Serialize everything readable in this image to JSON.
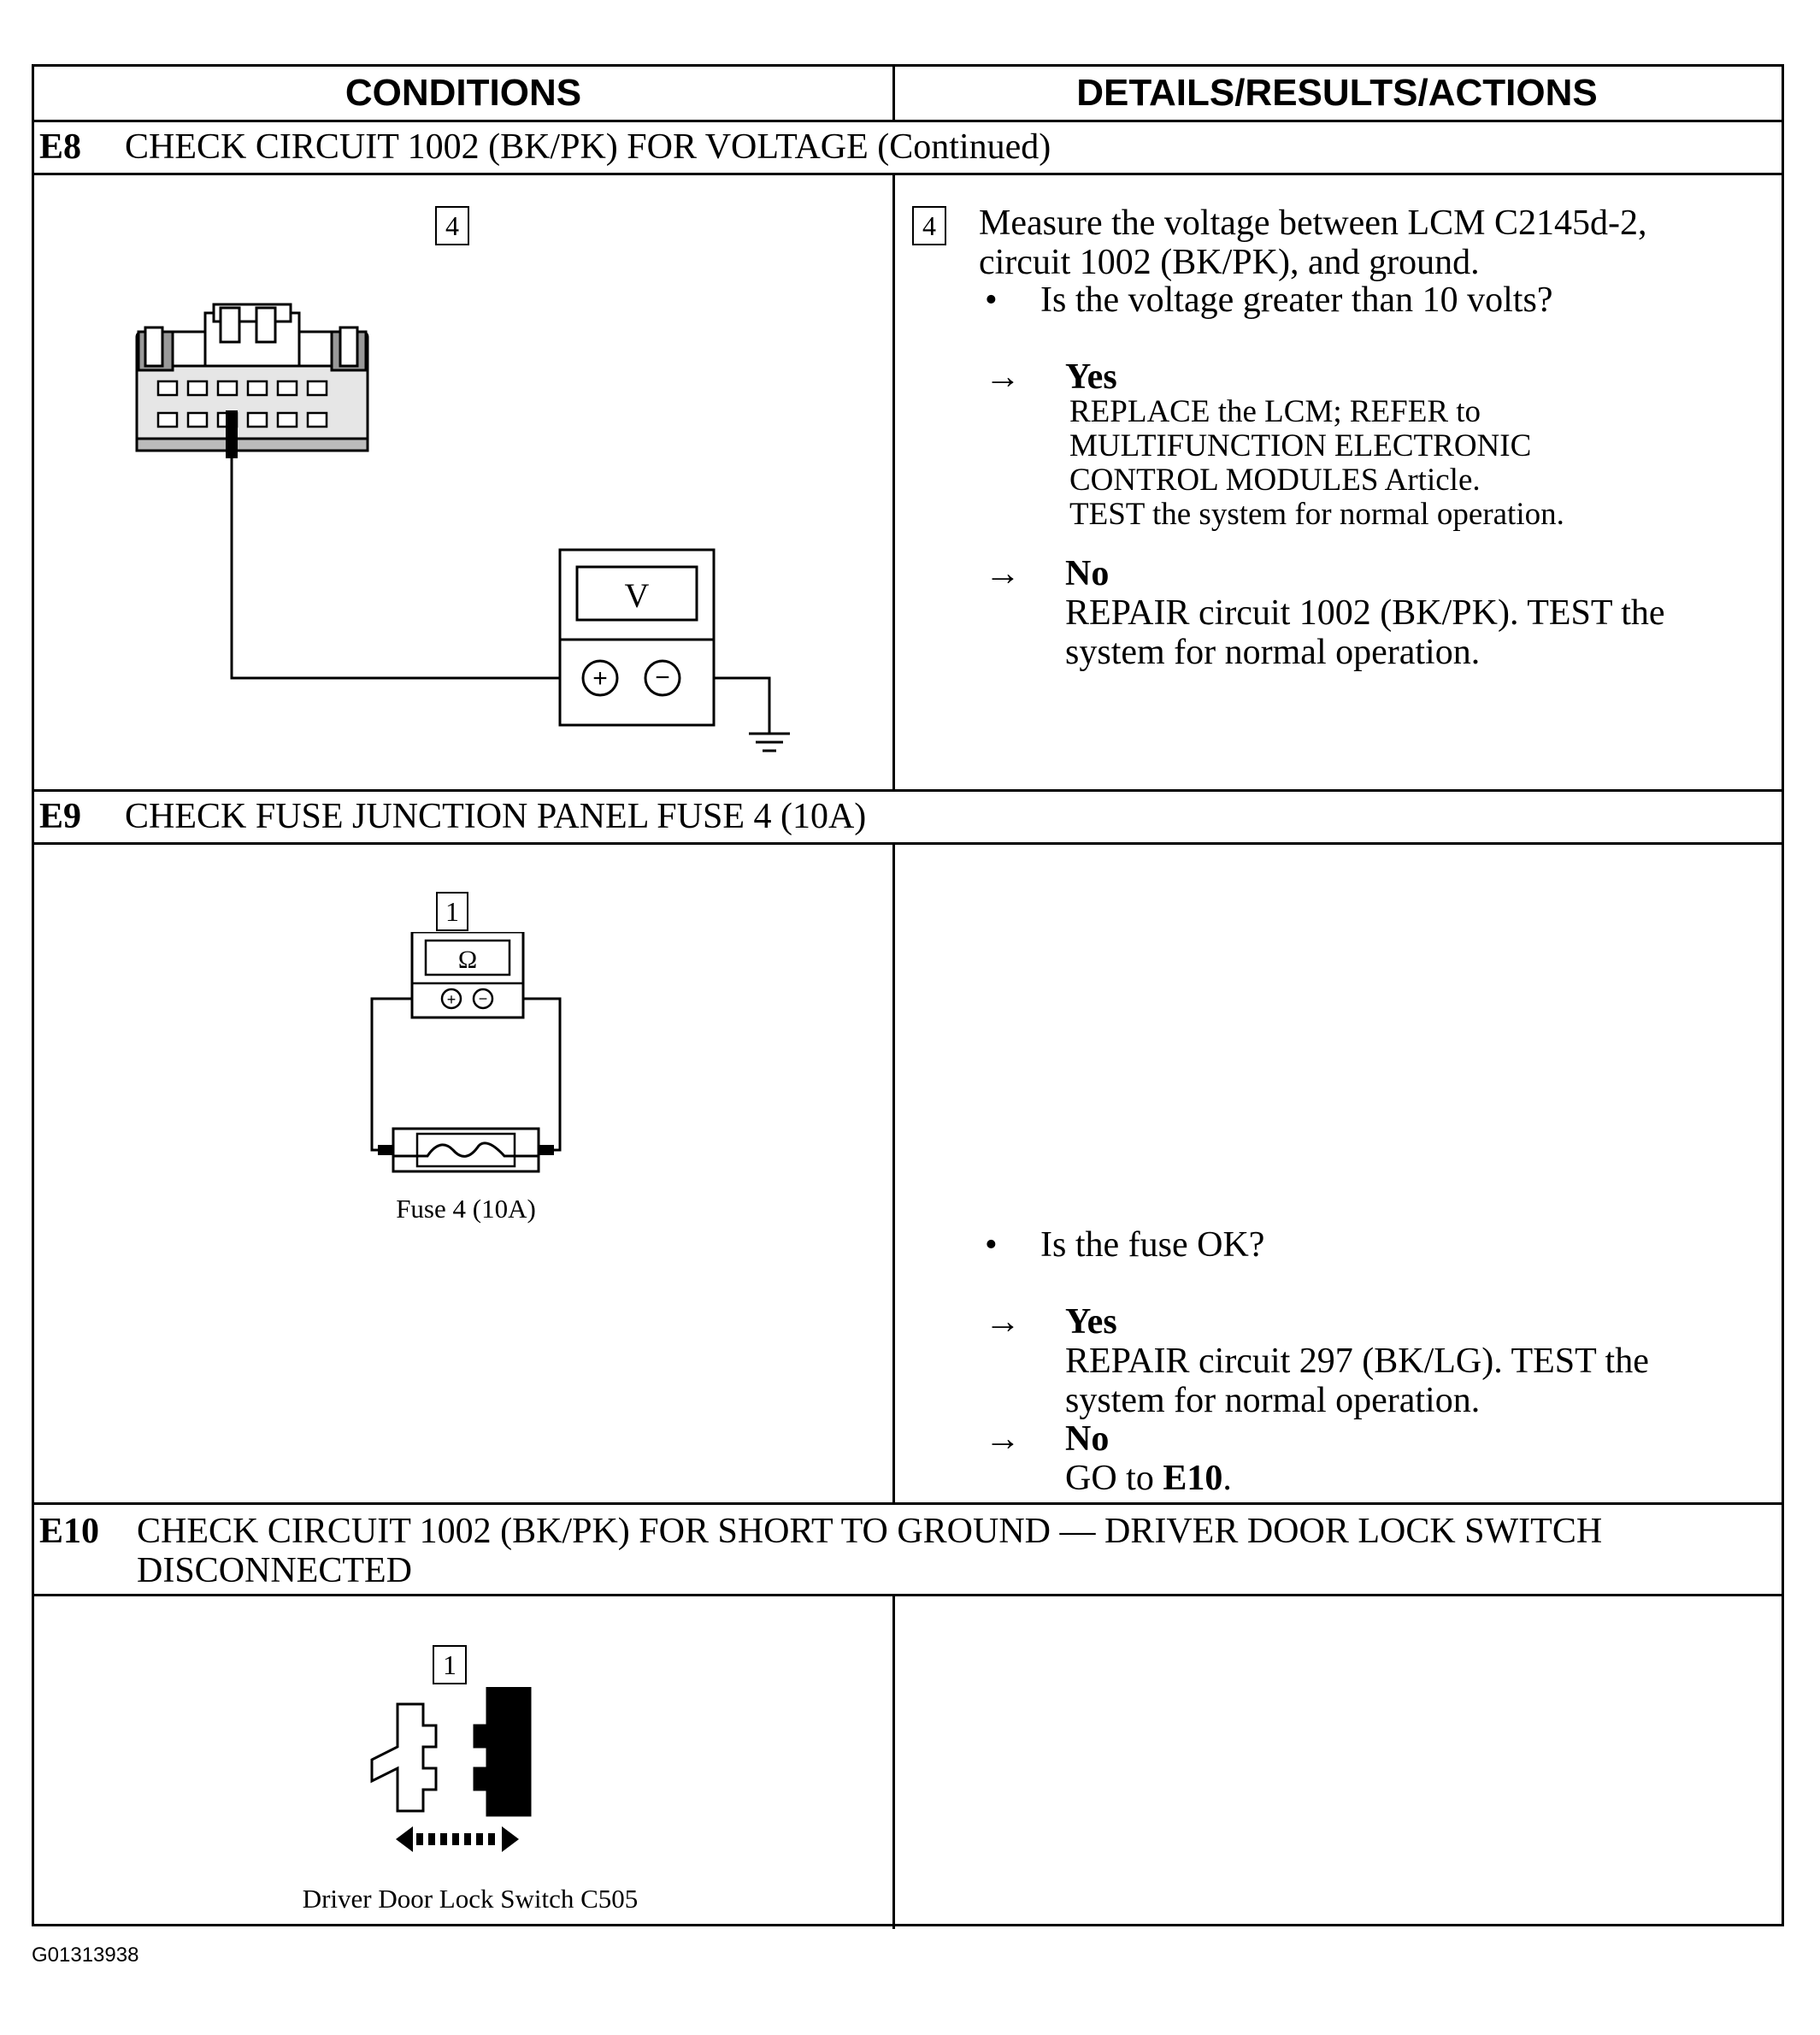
{
  "header": {
    "conditions": "CONDITIONS",
    "details": "DETAILS/RESULTS/ACTIONS"
  },
  "steps": [
    {
      "id": "E8",
      "title": "CHECK CIRCUIT 1002 (BK/PK) FOR VOLTAGE (Continued)",
      "figure_number": "4",
      "meter_label": "V",
      "plus": "+",
      "minus": "−",
      "step_number": "4",
      "instruction_line1": "Measure the voltage between LCM C2145d-2,",
      "instruction_line2": "circuit 1002 (BK/PK), and ground.",
      "question": "Is the voltage greater than 10 volts?",
      "yes_label": "Yes",
      "yes_lines": [
        "REPLACE the LCM; REFER to",
        "MULTIFUNCTION ELECTRONIC",
        "CONTROL MODULES Article.",
        "TEST the system for normal operation."
      ],
      "no_label": "No",
      "no_lines": [
        "REPAIR circuit 1002 (BK/PK). TEST the",
        "system for normal operation."
      ]
    },
    {
      "id": "E9",
      "title": "CHECK FUSE JUNCTION PANEL FUSE 4 (10A)",
      "figure_number": "1",
      "meter_label": "Ω",
      "caption": "Fuse 4 (10A)",
      "question": "Is the fuse OK?",
      "yes_label": "Yes",
      "yes_lines": [
        "REPAIR circuit 297 (BK/LG). TEST the",
        "system for normal operation."
      ],
      "no_label": "No",
      "no_prefix": "GO to ",
      "no_target": "E10",
      "no_suffix": "."
    },
    {
      "id": "E10",
      "title_line1": "CHECK CIRCUIT 1002 (BK/PK) FOR SHORT TO GROUND — DRIVER DOOR LOCK SWITCH",
      "title_line2": "DISCONNECTED",
      "figure_number": "1",
      "caption": "Driver Door Lock Switch C505"
    }
  ],
  "bullet": "•",
  "arrow": "→",
  "footer_id": "G01313938"
}
